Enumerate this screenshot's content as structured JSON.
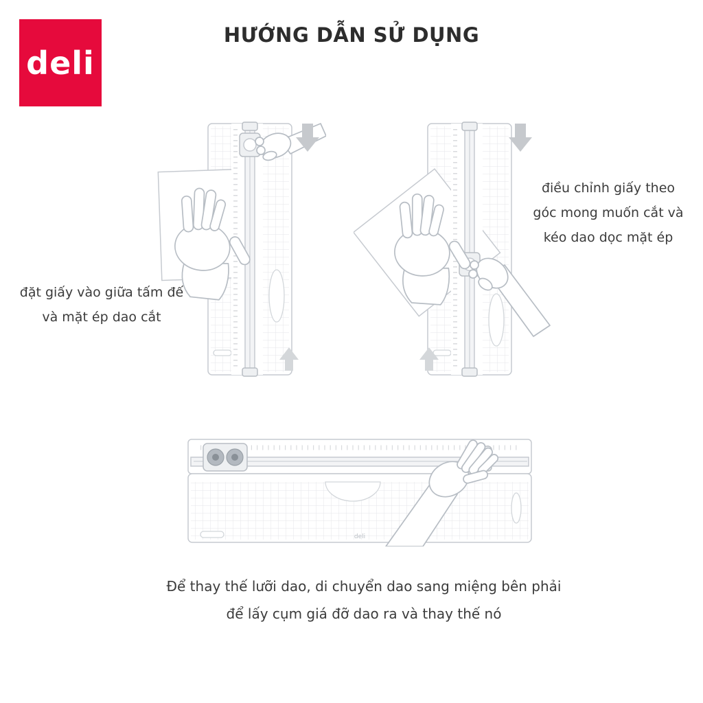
{
  "brand": {
    "logo_text": "deli",
    "color": "#e60a3c"
  },
  "header": {
    "title": "HƯỚNG DẪN SỬ DỤNG"
  },
  "steps": [
    {
      "id": 1,
      "caption_lines": [
        "đặt giấy vào giữa tấm đế",
        "và mặt ép dao cắt"
      ]
    },
    {
      "id": 2,
      "caption_lines": [
        "điều chỉnh giấy theo",
        "góc mong muốn cắt và",
        "kéo dao dọc mặt ép"
      ]
    },
    {
      "id": 3,
      "caption_lines": [
        "Để thay thế lưỡi dao, di chuyển dao sang miệng bên phải",
        "để lấy cụm giá đỡ dao ra và thay thế nó"
      ]
    }
  ],
  "device": {
    "mark": "deli"
  },
  "colors": {
    "line": "#c6cad0",
    "grid": "#e4e6e9",
    "arrow": "#c6c9cd",
    "arrow_light": "#d4d7da",
    "text": "#3b3b3b",
    "title_text": "#2d2d2d"
  }
}
